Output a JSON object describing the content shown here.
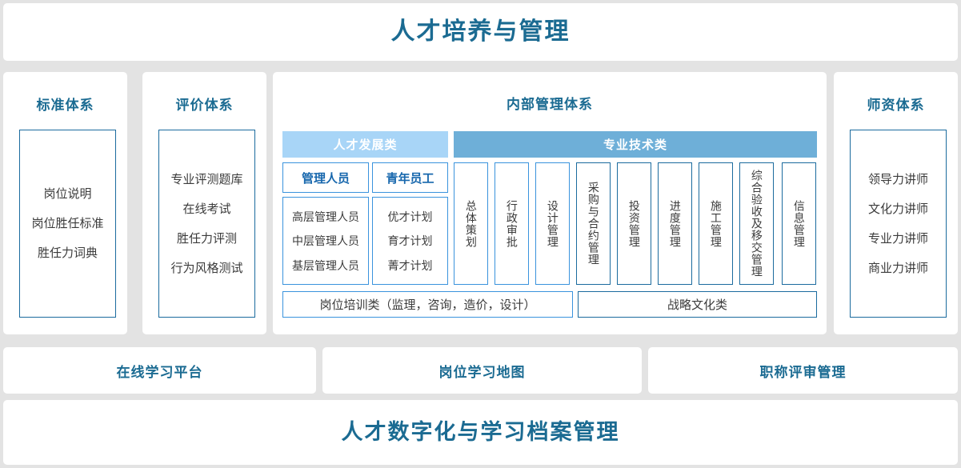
{
  "header": {
    "title": "人才培养与管理"
  },
  "panels": {
    "standard": {
      "title": "标准体系",
      "items": [
        "岗位说明",
        "岗位胜任标准",
        "胜任力词典"
      ]
    },
    "evaluation": {
      "title": "评价体系",
      "items": [
        "专业评测题库",
        "在线考试",
        "胜任力评测",
        "行为风格测试"
      ]
    },
    "internal": {
      "title": "内部管理体系",
      "category_talent": "人才发展类",
      "category_tech": "专业技术类",
      "talent_columns": [
        {
          "head": "管理人员",
          "items": [
            "高层管理人员",
            "中层管理人员",
            "基层管理人员"
          ]
        },
        {
          "head": "青年员工",
          "items": [
            "优才计划",
            "育才计划",
            "菁才计划"
          ]
        }
      ],
      "tech_columns": [
        "总体策划",
        "行政审批",
        "设计管理",
        "采购与合约管理",
        "投资管理",
        "进度管理",
        "施工管理",
        "综合验收及移交管理",
        "信息管理"
      ],
      "wide_rows": [
        "岗位培训类（监理，咨询，造价，设计）",
        "战略文化类"
      ]
    },
    "faculty": {
      "title": "师资体系",
      "items": [
        "领导力讲师",
        "文化力讲师",
        "专业力讲师",
        "商业力讲师"
      ]
    }
  },
  "bottom_buttons": [
    "在线学习平台",
    "岗位学习地图",
    "职称评审管理"
  ],
  "footer": {
    "title": "人才数字化与学习档案管理"
  },
  "colors": {
    "accent_dark": "#1b6b92",
    "border_dark": "#1b6b9e",
    "border_light": "#3a93dd",
    "bar_talent": "#a8d5f7",
    "bar_tech": "#6eafd8",
    "page_background": "#e3e3e3",
    "card_background": "#ffffff"
  }
}
